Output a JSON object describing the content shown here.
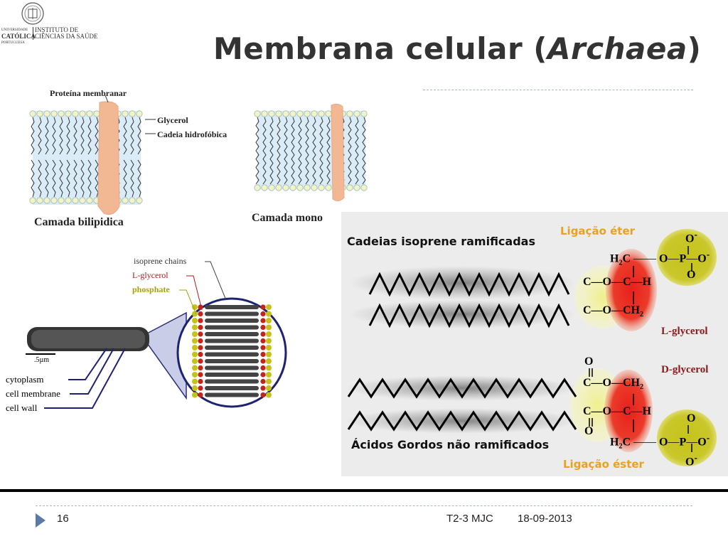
{
  "logo": {
    "line1": "UNIVERSIDADE",
    "line2": "CATÓLICA",
    "line3": "PORTUGUESA",
    "inst1": "INSTITUTO DE",
    "inst2": "CIÊNCIAS DA SAÚDE"
  },
  "title": {
    "main": "Membrana celular (",
    "italic": "Archaea",
    "close": ")"
  },
  "membrane": {
    "protein_label": "Proteína membranar",
    "glycerol_label": "Glycerol",
    "chain_label": "Cadeia hidrofóbica",
    "bilayer_caption": "Camada bilipidica",
    "mono_caption": "Camada mono"
  },
  "cell": {
    "isoprene": "isoprene chains",
    "lglycerol": "L-glycerol",
    "phosphate": "phosphate",
    "scale": ".5µm",
    "cytoplasm": "cytoplasm",
    "cell_membrane": "cell membrane",
    "cell_wall": "cell wall"
  },
  "chem": {
    "top_label": "Cadeias isoprene ramificadas",
    "ether_label": "Ligação éter",
    "l_glycerol": "L-glycerol",
    "d_glycerol": "D-glycerol",
    "bottom_label": "Ácidos Gordos não ramificados",
    "ester_label": "Ligação éster",
    "top_group": {
      "r1a": "H",
      "r1b": "2",
      "r1c": "C",
      "o_top": "O",
      "minus": "-",
      "p": "P",
      "o_right": "O",
      "o_bottom": "O",
      "r2": "C—O—C—H",
      "r3": "C—O—CH",
      "r3sub": "2",
      "o_link": "O"
    },
    "bottom_group": {
      "r1": "C—O—CH",
      "r1sub": "2",
      "r2": "C—O—C—H",
      "r3a": "H",
      "r3b": "2",
      "r3c": "C",
      "o_link": "O",
      "p": "P",
      "o_top": "O",
      "o_right": "O",
      "o_bottom": "O",
      "minus": "-",
      "carbonyl_o": "O"
    }
  },
  "colors": {
    "protein": "#f2b894",
    "head": "#f3f3c4",
    "tail": "#333333",
    "red_glycerol": "#e8201c",
    "yellow_phosphate": "#c5c31a",
    "pale_yellow": "#f0f08a",
    "orange_text": "#e9a21f"
  },
  "footer": {
    "page": "16",
    "author": "T2-3 MJC",
    "date": "18-09-2013"
  }
}
